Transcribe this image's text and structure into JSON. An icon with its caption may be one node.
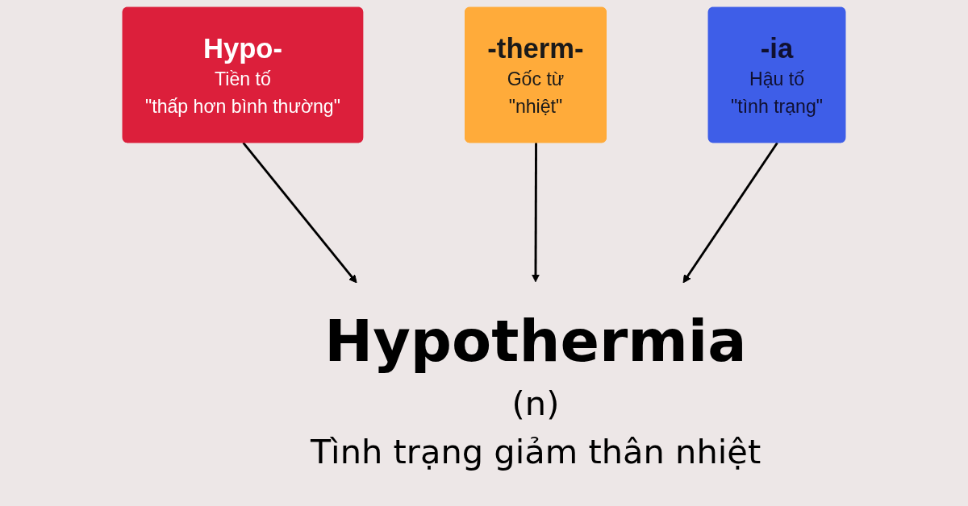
{
  "diagram": {
    "nodes": [
      {
        "text": [
          "Hypo-",
          "Tiền tố",
          "\"thấp hơn bình thường\""
        ]
      },
      {
        "text": [
          "-therm-",
          "Gốc từ",
          "\"nhiệt\""
        ]
      },
      {
        "text": [
          "-ia",
          "Hậu tố",
          "\"tình trạng\""
        ]
      },
      {
        "text": [
          "Hypothermia",
          "(n)",
          "Tình trạng giảm thân nhiệt"
        ]
      }
    ],
    "edges": [
      {
        "from": 0,
        "to": 3,
        "arrow": "to"
      },
      {
        "from": 1,
        "to": 3,
        "arrow": "to"
      },
      {
        "from": 2,
        "to": 3,
        "arrow": "to"
      }
    ]
  }
}
